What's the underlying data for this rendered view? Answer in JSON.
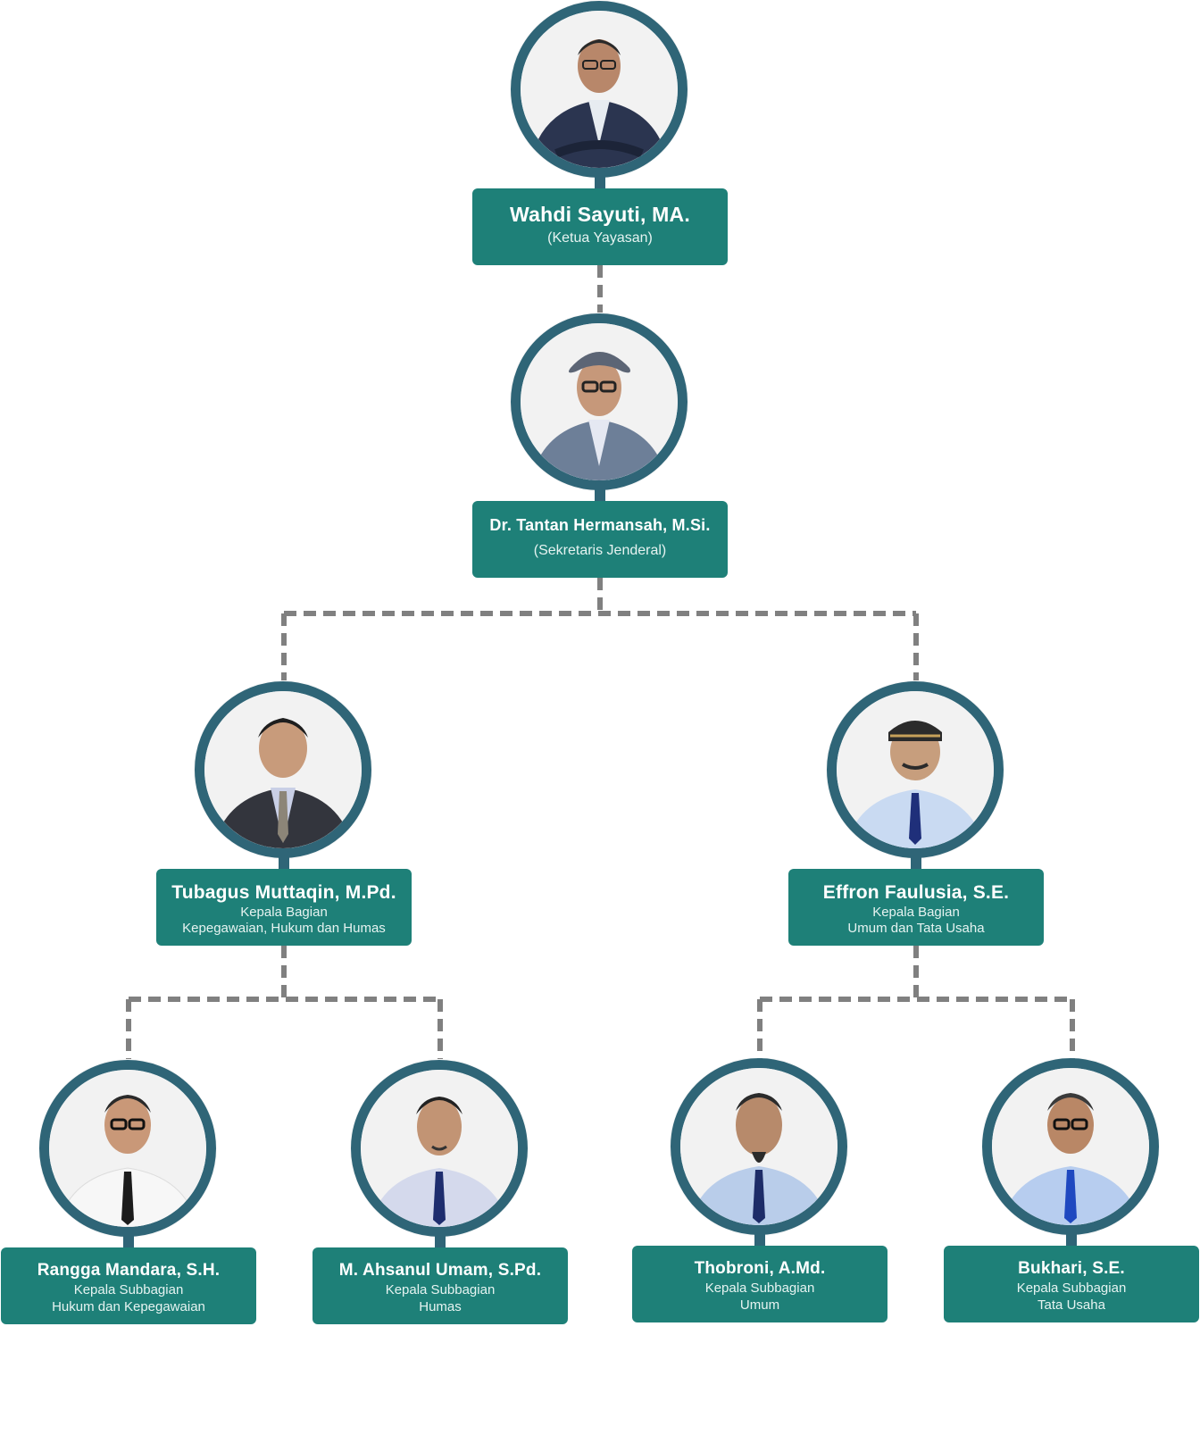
{
  "colors": {
    "ring": "#2f6577",
    "card": "#1e8078",
    "connector": "#808080"
  },
  "nodes": [
    {
      "id": "ketua",
      "name": "Wahdi Sayuti, MA.",
      "role": [
        "(Ketua Yayasan)"
      ]
    },
    {
      "id": "sekjen",
      "name": "Dr. Tantan Hermansah, M.Si.",
      "role": [
        "(Sekretaris Jenderal)"
      ]
    },
    {
      "id": "kabag-kepegawaian",
      "name": "Tubagus Muttaqin, M.Pd.",
      "role": [
        "Kepala Bagian",
        "Kepegawaian, Hukum dan Humas"
      ]
    },
    {
      "id": "kabag-umum",
      "name": "Effron Faulusia, S.E.",
      "role": [
        "Kepala Bagian",
        "Umum dan Tata Usaha"
      ]
    },
    {
      "id": "kasubag-hukum",
      "name": "Rangga Mandara, S.H.",
      "role": [
        "Kepala Subbagian",
        "Hukum dan Kepegawaian"
      ]
    },
    {
      "id": "kasubag-humas",
      "name": "M. Ahsanul Umam, S.Pd.",
      "role": [
        "Kepala Subbagian",
        "Humas"
      ]
    },
    {
      "id": "kasubag-umum",
      "name": "Thobroni, A.Md.",
      "role": [
        "Kepala Subbagian",
        "Umum"
      ]
    },
    {
      "id": "kasubag-tu",
      "name": "Bukhari, S.E.",
      "role": [
        "Kepala Subbagian",
        "Tata Usaha"
      ]
    }
  ]
}
